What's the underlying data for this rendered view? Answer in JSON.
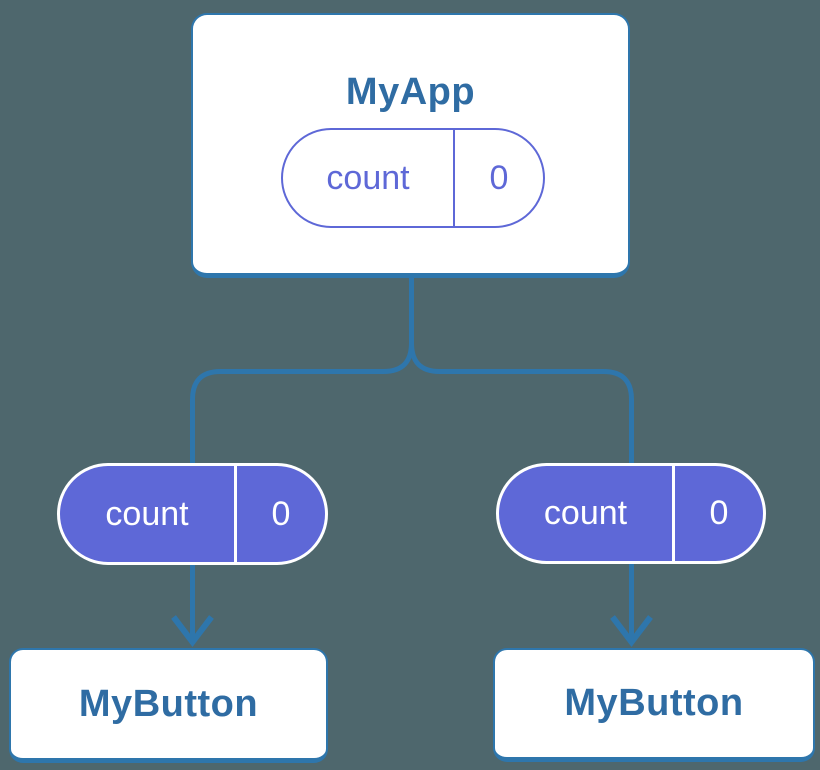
{
  "colors": {
    "background": "#4E676D",
    "connector_blue": "#2E76AC",
    "title_blue": "#2F6CA3",
    "pill_purple": "#5E68D7",
    "node_white": "#FFFFFF"
  },
  "root_node": {
    "title": "MyApp",
    "state_pill": {
      "name": "count",
      "value": "0"
    }
  },
  "child_nodes": [
    {
      "title": "MyButton",
      "props_pill": {
        "name": "count",
        "value": "0"
      }
    },
    {
      "title": "MyButton",
      "props_pill": {
        "name": "count",
        "value": "0"
      }
    }
  ]
}
